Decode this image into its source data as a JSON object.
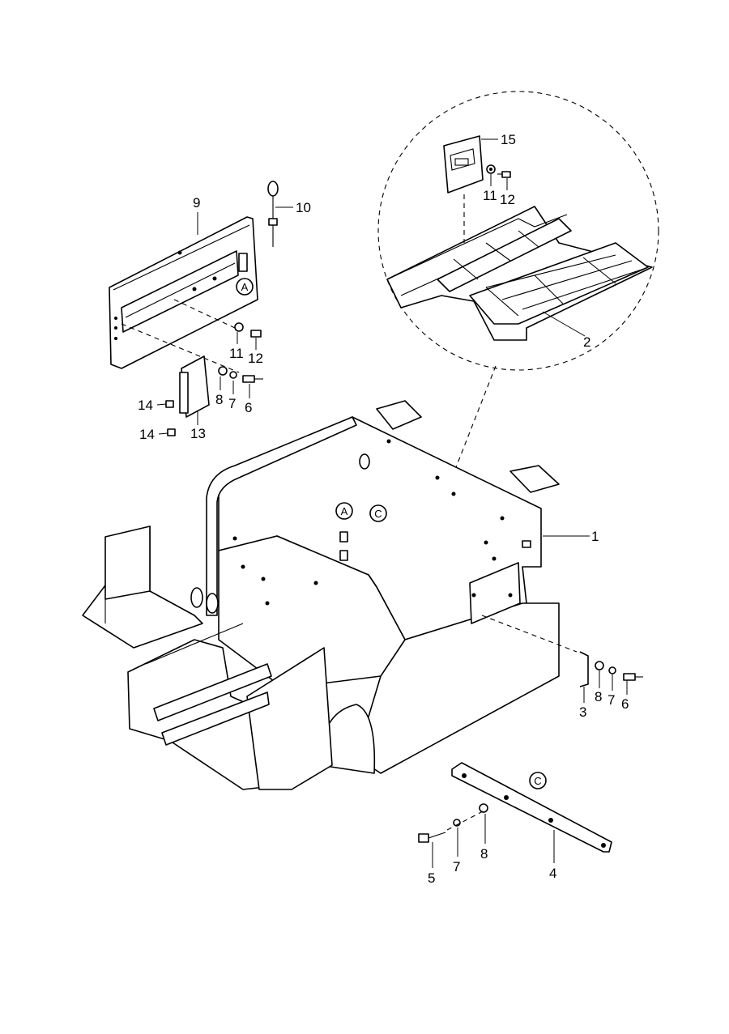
{
  "callouts": {
    "c1": "1",
    "c2": "2",
    "c3": "3",
    "c4": "4",
    "c5": "5",
    "c6a": "6",
    "c6b": "6",
    "c7a": "7",
    "c7b": "7",
    "c7c": "7",
    "c8a": "8",
    "c8b": "8",
    "c8c": "8",
    "c9": "9",
    "c10": "10",
    "c11a": "11",
    "c11b": "11",
    "c12a": "12",
    "c12b": "12",
    "c13": "13",
    "c14a": "14",
    "c14b": "14",
    "c15": "15"
  },
  "reference_marks": {
    "a1": "A",
    "a2": "A",
    "c1": "C",
    "c2": "C"
  }
}
